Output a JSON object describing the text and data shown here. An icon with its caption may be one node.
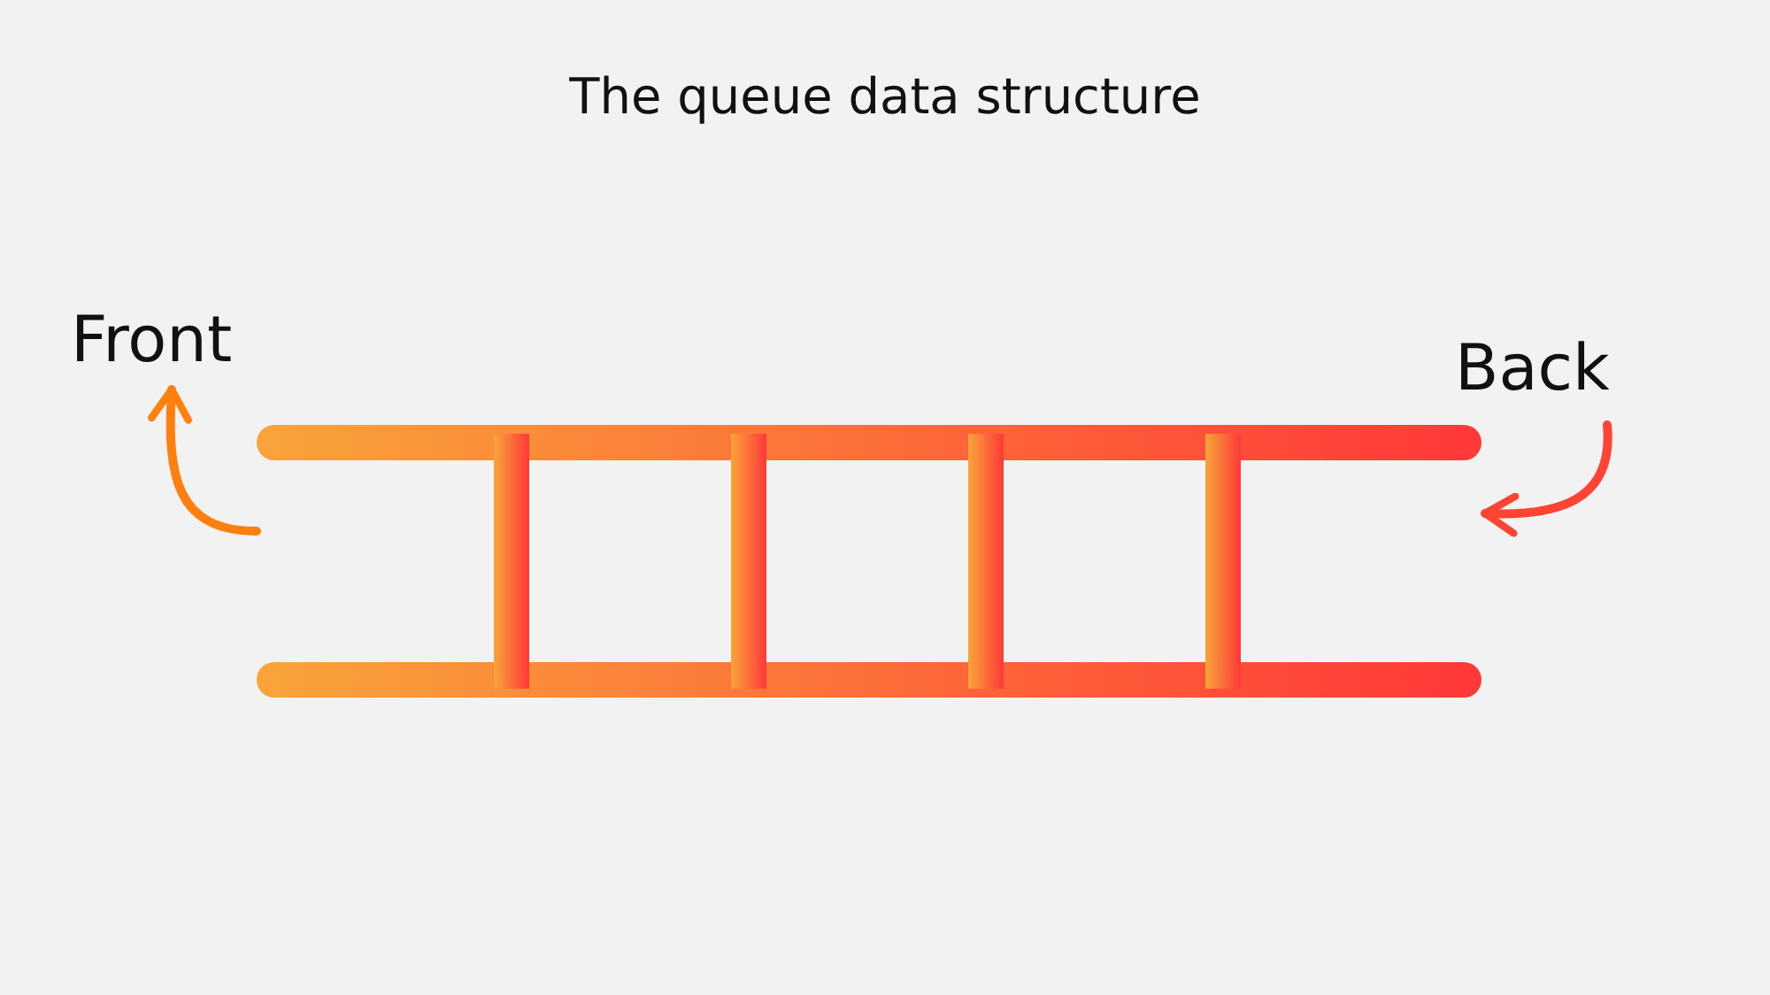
{
  "diagram": {
    "title": "The queue data structure",
    "nodes": [
      {
        "text": [
          "Front"
        ]
      },
      {
        "text": [],
        "shape": "picture"
      },
      {
        "text": [
          "Back"
        ]
      }
    ],
    "edges": [
      {
        "from": 1,
        "to": 0,
        "arrow": "to",
        "color": "#ff7f0f"
      },
      {
        "from": 2,
        "to": 1,
        "arrow": "to",
        "color": "#ff4433"
      }
    ]
  }
}
